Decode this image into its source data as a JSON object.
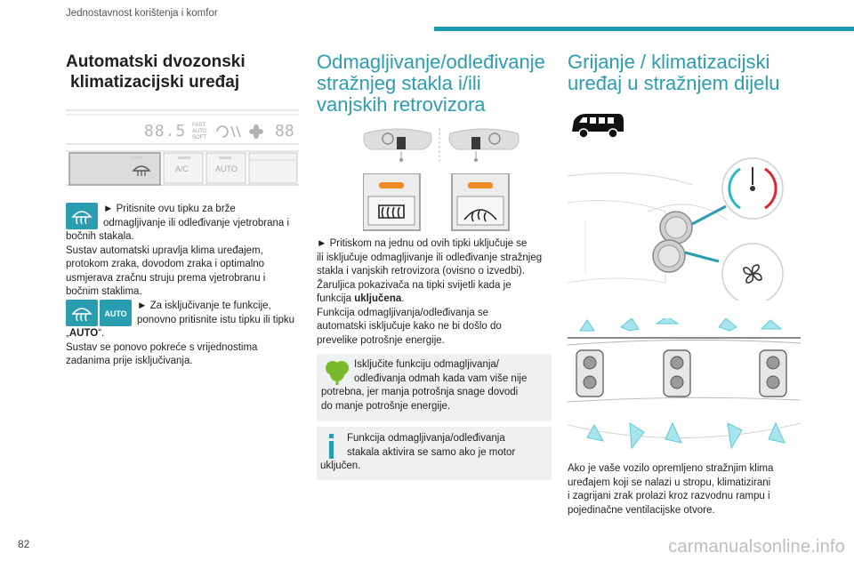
{
  "header": {
    "section": "Jednostavnost korištenja i komfor"
  },
  "page_number": "82",
  "watermark": "carmanualsonline.info",
  "col1": {
    "title_line1": "Automatski dvozonski",
    "title_line2": "klimatizacijski uređaj",
    "panel": {
      "disp1": "88.5",
      "fast": "FAST",
      "auto": "AUTO",
      "soft": "SOFT",
      "disp2": "88",
      "btn_ac": "A/C",
      "btn_auto": "AUTO"
    },
    "p1_l1": "► Pritisnite ovu tipku za brže",
    "p1_l2": "odmagljivanje ili odleđivanje vjetrobrana i",
    "p1_l3": "bočnih stakala.",
    "p1_l4": "Sustav automatski upravlja klima uređajem,",
    "p1_l5": "protokom zraka, dovodom zraka i optimalno",
    "p1_l6": "usmjerava zračnu struju prema vjetrobranu i",
    "p1_l7": "bočnim staklima.",
    "auto_icon": "AUTO",
    "p2_l1": "► Za isključivanje te funkcije,",
    "p2_l2": "ponovno pritisnite istu tipku ili tipku",
    "p2_l3a": "„",
    "p2_l3b": "AUTO",
    "p2_l3c": "“.",
    "p2_l4": "Sustav se ponovo pokreće s vrijednostima",
    "p2_l5": "zadanima prije isključivanja."
  },
  "col2": {
    "title_line1": "Odmagljivanje/odleđivanje",
    "title_line2": "stražnjeg stakla i/ili",
    "title_line3": "vanjskih retrovizora",
    "p_l1": "► Pritiskom na jednu od ovih tipki uključuje se",
    "p_l2": "ili isključuje odmagljivanje ili odleđivanje stražnjeg",
    "p_l3": "stakla i vanjskih retrovizora (ovisno o izvedbi).",
    "p_l4": "Žaruljica pokazivača na tipki svijetli  kada je",
    "p_l5a": "funkcija ",
    "p_l5b": "uključena",
    "p_l5c": ".",
    "p_l6": "Funkcija odmagljivanja/odleđivanja se",
    "p_l7": "automatski isključuje kako ne bi došlo do",
    "p_l8": "prevelike potrošnje energije.",
    "eco_l1": "Isključite funkciju odmagljivanja/",
    "eco_l2": "odleđivanja odmah kada vam više nije",
    "eco_l3": "potrebna, jer manja potrošnja snage dovodi",
    "eco_l4": "do manje potrošnje energije.",
    "info_l1": "Funkcija odmagljivanja/odleđivanja",
    "info_l2": "stakala aktivira se samo ako je motor",
    "info_l3": "uključen."
  },
  "col3": {
    "title_line1": "Grijanje / klimatizacijski",
    "title_line2": "uređaj u stražnjem dijelu",
    "p_l1": "Ako je vaše vozilo opremljeno stražnjim klima",
    "p_l2": "uređajem koji se nalazi u stropu, klimatizirani",
    "p_l3": "i zagrijani zrak prolazi kroz razvodnu rampu i",
    "p_l4": "pojedinačne ventilacijske otvore."
  },
  "colors": {
    "teal": "#2a9db0",
    "header_bar": "#1d9bb0",
    "eco_green": "#7ab929",
    "indicator_orange": "#f08a24",
    "note_bg": "#eef0f1"
  }
}
